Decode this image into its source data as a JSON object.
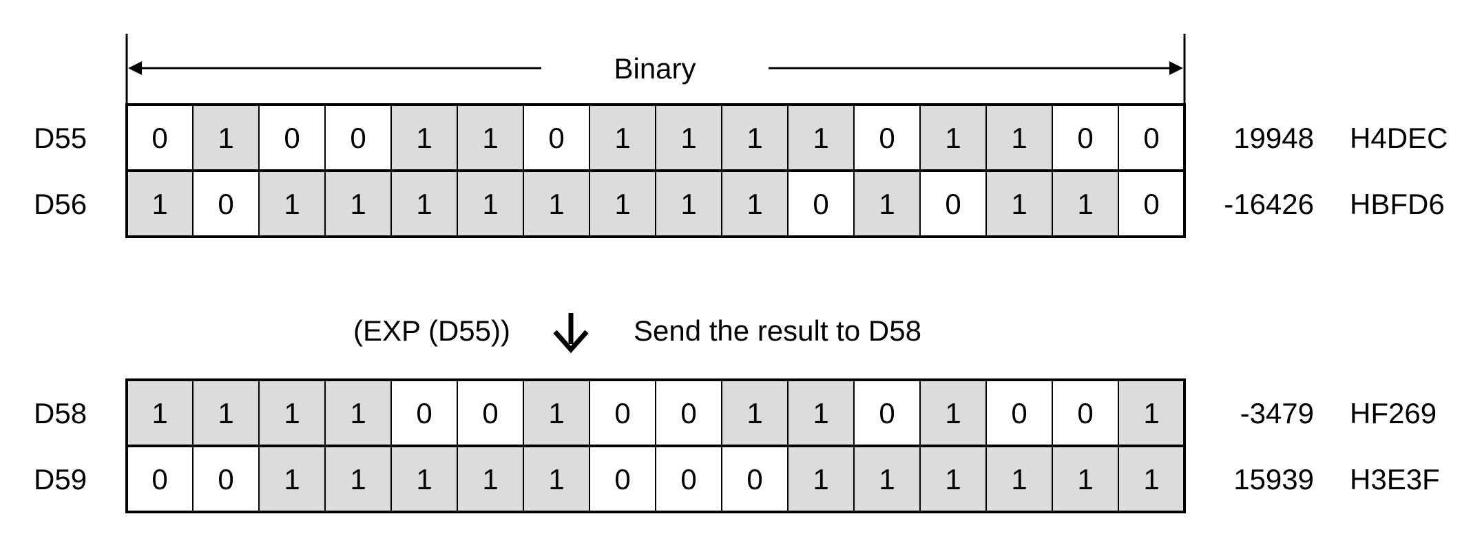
{
  "header": {
    "label": "Binary"
  },
  "operation": {
    "instruction": "(EXP (D55))",
    "description": "Send the result to D58",
    "arrow_icon": "down-arrow-icon"
  },
  "colors": {
    "one_fill": "#dcdcdc",
    "zero_fill": "#ffffff",
    "line": "#000000"
  },
  "source_rows": [
    {
      "label": "D55",
      "bits": [
        0,
        1,
        0,
        0,
        1,
        1,
        0,
        1,
        1,
        1,
        1,
        0,
        1,
        1,
        0,
        0
      ],
      "decimal": "19948",
      "hex": "H4DEC"
    },
    {
      "label": "D56",
      "bits": [
        1,
        0,
        1,
        1,
        1,
        1,
        1,
        1,
        1,
        1,
        0,
        1,
        0,
        1,
        1,
        0
      ],
      "decimal": "-16426",
      "hex": "HBFD6"
    }
  ],
  "result_rows": [
    {
      "label": "D58",
      "bits": [
        1,
        1,
        1,
        1,
        0,
        0,
        1,
        0,
        0,
        1,
        1,
        0,
        1,
        0,
        0,
        1
      ],
      "decimal": "-3479",
      "hex": "HF269"
    },
    {
      "label": "D59",
      "bits": [
        0,
        0,
        1,
        1,
        1,
        1,
        1,
        0,
        0,
        0,
        1,
        1,
        1,
        1,
        1,
        1
      ],
      "decimal": "15939",
      "hex": "H3E3F"
    }
  ]
}
